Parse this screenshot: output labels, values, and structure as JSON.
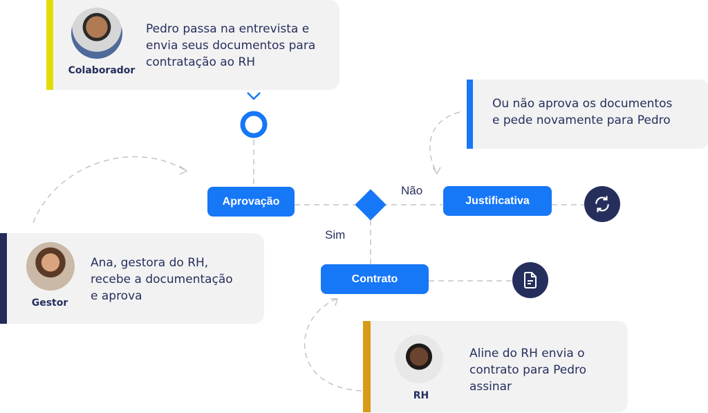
{
  "cards": {
    "colaborador": {
      "role": "Colaborador",
      "text": [
        "Pedro passa na entrevista e",
        "envia seus documentos para",
        "contratação ao RH"
      ],
      "accent": "#e2dc00"
    },
    "reprova": {
      "text": [
        "Ou não aprova os documentos",
        "e pede novamente para Pedro"
      ],
      "accent": "#1677f7"
    },
    "gestor": {
      "role": "Gestor",
      "text": [
        "Ana, gestora do RH,",
        "recebe a documentação",
        "e aprova"
      ],
      "accent": "#232b5a"
    },
    "rh": {
      "role": "RH",
      "text": [
        "Aline do RH envia o",
        "contrato para Pedro",
        "assinar"
      ],
      "accent": "#d99a17"
    }
  },
  "nodes": {
    "aprovacao": "Aprovação",
    "justificativa": "Justificativa",
    "contrato": "Contrato"
  },
  "labels": {
    "nao": "Não",
    "sim": "Sim"
  },
  "icons": {
    "refresh": "refresh-icon",
    "document": "document-icon"
  },
  "colors": {
    "primary": "#1677f7",
    "navy": "#262f5c",
    "card": "#f2f2f3"
  }
}
